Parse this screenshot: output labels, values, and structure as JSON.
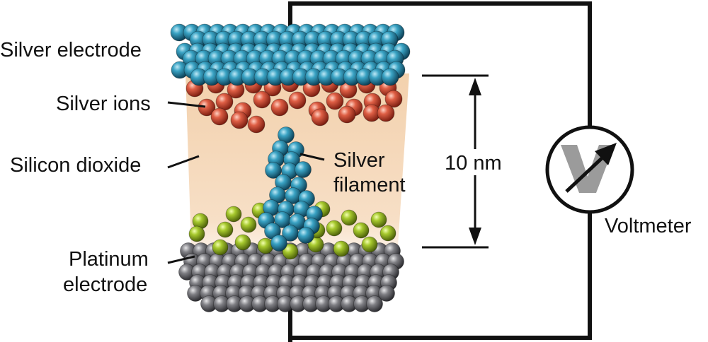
{
  "labels": {
    "silver_electrode": "Silver electrode",
    "silver_ions": "Silver ions",
    "silicon_dioxide": "Silicon dioxide",
    "platinum_line1": "Platinum",
    "platinum_line2": "electrode",
    "filament_line1": "Silver",
    "filament_line2": "filament",
    "thickness": "10 nm",
    "voltmeter": "Voltmeter"
  },
  "colors": {
    "silver_atom": "#2f8fae",
    "silver_ion": "#d65a43",
    "dopant_atom": "#9fbf2a",
    "platinum_atom": "#7b7b7f",
    "oxide": "#f4d6b4",
    "wire": "#111111",
    "voltmeter_symbol": "#9a9a9a"
  },
  "icons": {
    "voltmeter": "voltmeter-icon"
  }
}
